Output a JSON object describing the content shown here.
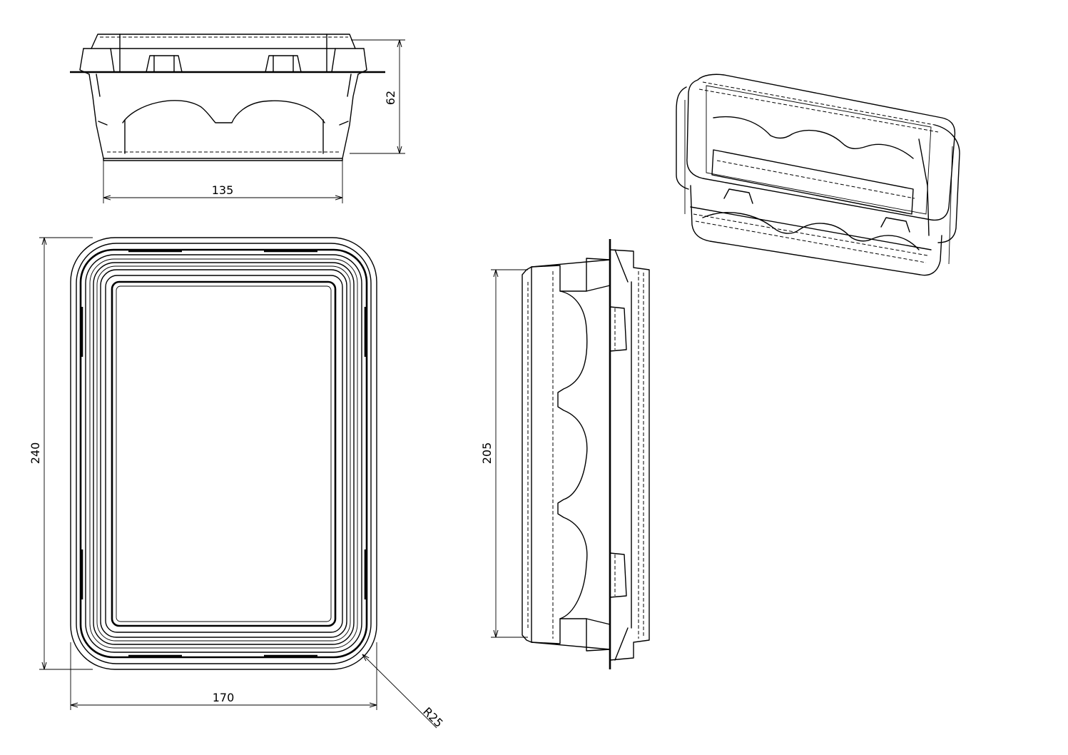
{
  "drawing": {
    "dimensions": {
      "top_width": "135",
      "top_height": "62",
      "plan_height": "240",
      "plan_width": "170",
      "corner_radius": "R25",
      "side_length": "205"
    }
  }
}
